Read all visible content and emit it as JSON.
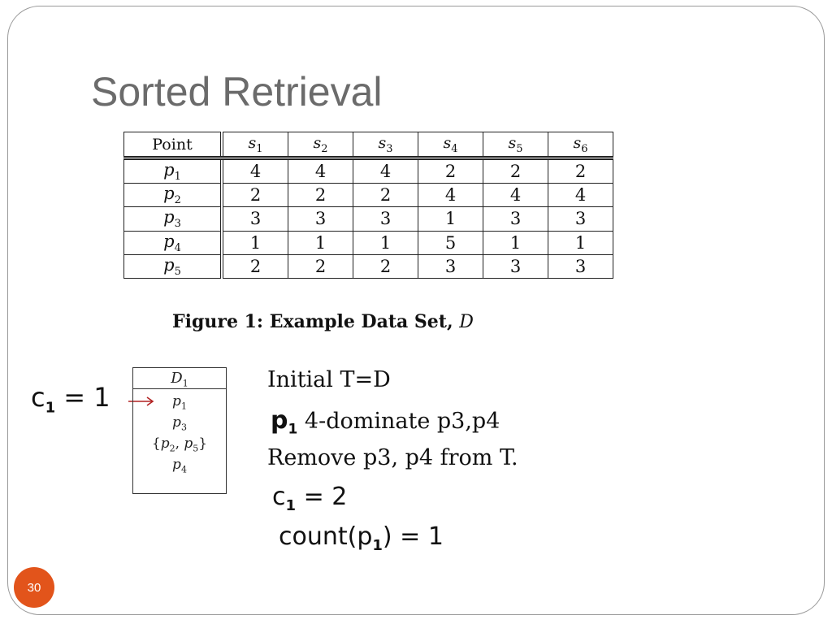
{
  "slide": {
    "title": "Sorted Retrieval",
    "page_number": "30"
  },
  "table": {
    "header_first": "Point",
    "columns": [
      {
        "base": "s",
        "sub": "1"
      },
      {
        "base": "s",
        "sub": "2"
      },
      {
        "base": "s",
        "sub": "3"
      },
      {
        "base": "s",
        "sub": "4"
      },
      {
        "base": "s",
        "sub": "5"
      },
      {
        "base": "s",
        "sub": "6"
      }
    ],
    "rows": [
      {
        "base": "p",
        "sub": "1",
        "values": [
          "4",
          "4",
          "4",
          "2",
          "2",
          "2"
        ]
      },
      {
        "base": "p",
        "sub": "2",
        "values": [
          "2",
          "2",
          "2",
          "4",
          "4",
          "4"
        ]
      },
      {
        "base": "p",
        "sub": "3",
        "values": [
          "3",
          "3",
          "3",
          "1",
          "3",
          "3"
        ]
      },
      {
        "base": "p",
        "sub": "4",
        "values": [
          "1",
          "1",
          "1",
          "5",
          "1",
          "1"
        ]
      },
      {
        "base": "p",
        "sub": "5",
        "values": [
          "2",
          "2",
          "2",
          "3",
          "3",
          "3"
        ]
      }
    ]
  },
  "caption": {
    "text": "Figure 1: Example Data Set,",
    "math": "D"
  },
  "counter": {
    "base": "c",
    "sub": "1",
    "rest": " = 1"
  },
  "d1_list": {
    "header_base": "D",
    "header_sub": "1",
    "items": [
      {
        "parts": [
          {
            "base": "p",
            "sub": "1"
          }
        ]
      },
      {
        "parts": [
          {
            "base": "p",
            "sub": "3"
          }
        ]
      },
      {
        "open": "{",
        "close": "}",
        "parts": [
          {
            "base": "p",
            "sub": "2"
          },
          {
            "base": "p",
            "sub": "5"
          }
        ]
      },
      {
        "parts": [
          {
            "base": "p",
            "sub": "4"
          }
        ]
      }
    ]
  },
  "notes": {
    "line1": "Initial  T=D",
    "line2_math_base": "p",
    "line2_math_sub": "1",
    "line2_text": " 4-dominate p3,p4",
    "line3": "Remove p3, p4 from T.",
    "line4_base": "c",
    "line4_sub": "1",
    "line4_rest": " = 2",
    "line5_pre": "count(p",
    "line5_sub": "1",
    "line5_rest": ") = 1"
  },
  "colors": {
    "accent": "#e2541b",
    "arrow": "#b22222",
    "title": "#6b6b6b"
  }
}
